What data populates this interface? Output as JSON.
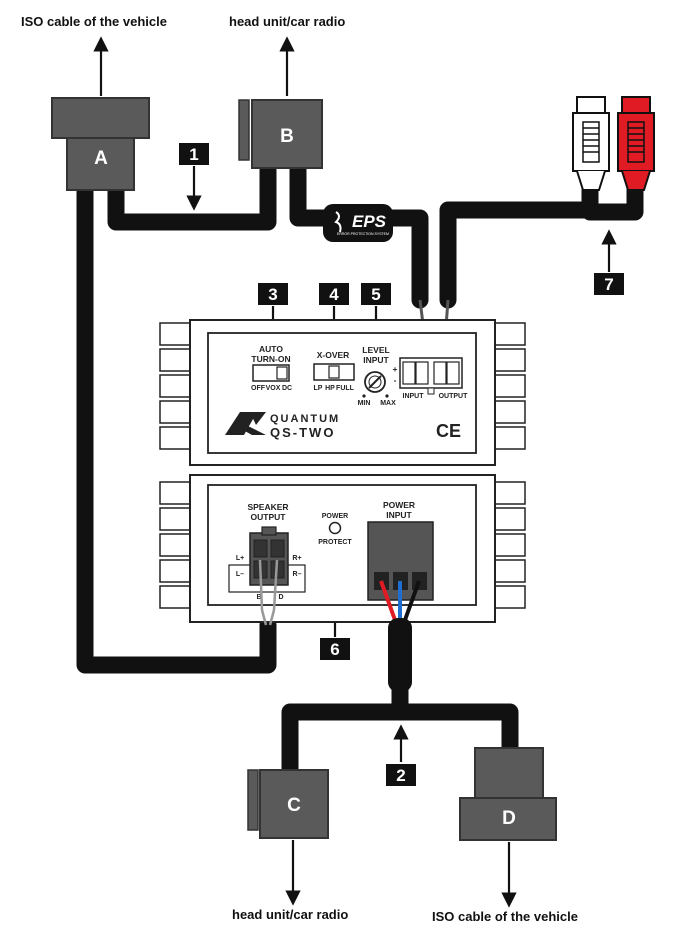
{
  "labels": {
    "top_left": "ISO cable of the vehicle",
    "top_center": "head unit/car radio",
    "bottom_left": "head unit/car radio",
    "bottom_right": "ISO cable of the vehicle"
  },
  "connectors": {
    "a": "A",
    "b": "B",
    "c": "C",
    "d": "D"
  },
  "callouts": [
    "1",
    "2",
    "3",
    "4",
    "5",
    "6",
    "7"
  ],
  "eps": {
    "logo": "EPS",
    "subtitle": "ERROR PROTECTION SYSTEM"
  },
  "top_module": {
    "auto_turn_on": [
      "AUTO",
      "TURN-ON"
    ],
    "auto_options": [
      "OFF",
      "VOX",
      "DC"
    ],
    "xover": "X-OVER",
    "xover_options": [
      "LP",
      "HP",
      "FULL"
    ],
    "level_input": [
      "LEVEL",
      "INPUT"
    ],
    "level_minmax": [
      "MIN",
      "MAX"
    ],
    "plus": "+",
    "minus": "-",
    "input": "INPUT",
    "output": "OUTPUT",
    "brand": "QUANTUM",
    "model": "QS-TWO",
    "ce": "CE"
  },
  "bottom_module": {
    "speaker_output": [
      "SPEAKER",
      "OUTPUT"
    ],
    "power_protect": [
      "POWER",
      "PROTECT"
    ],
    "power_input": [
      "POWER",
      "INPUT"
    ],
    "l_plus": "L+",
    "l_minus": "L–",
    "r_plus": "R+",
    "r_minus": "R–",
    "blank": "B",
    "short_text": "D"
  },
  "colors": {
    "cable": "#111111",
    "connector": "#5a5a5a",
    "callout_box": "#111111",
    "rca_red": "#e01b24",
    "rca_white": "#ffffff",
    "wire_red": "#e01b24",
    "wire_blue": "#1f6fd0"
  }
}
